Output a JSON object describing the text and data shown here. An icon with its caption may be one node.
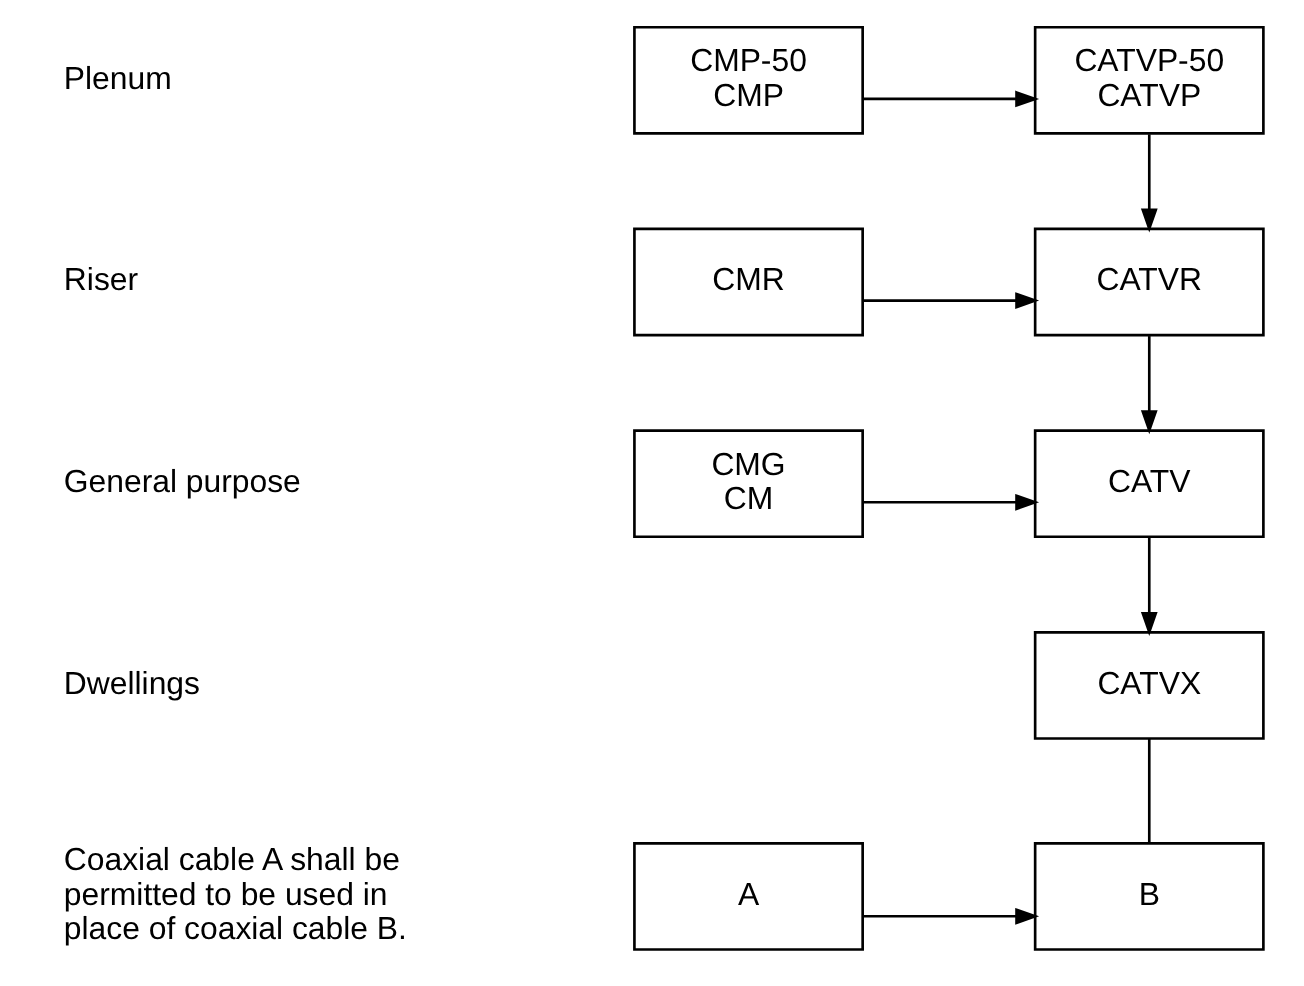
{
  "diagram": {
    "nodes": [
      {
        "text": [
          "CMP-50",
          "CMP"
        ]
      },
      {
        "text": [
          "CATVP-50",
          "CATVP"
        ]
      },
      {
        "text": [
          "CMR"
        ]
      },
      {
        "text": [
          "CATVR"
        ]
      },
      {
        "text": [
          "CMG",
          "CM"
        ]
      },
      {
        "text": [
          "CATV"
        ]
      },
      {
        "text": [
          "CATVX"
        ]
      },
      {
        "text": [
          "A"
        ]
      },
      {
        "text": [
          "B"
        ]
      }
    ],
    "edges": [
      {
        "from": 0,
        "to": 1,
        "arrow": "to"
      },
      {
        "from": 1,
        "to": 3,
        "arrow": "to"
      },
      {
        "from": 2,
        "to": 3,
        "arrow": "to"
      },
      {
        "from": 3,
        "to": 5,
        "arrow": "to"
      },
      {
        "from": 4,
        "to": 5,
        "arrow": "to"
      },
      {
        "from": 5,
        "to": 6,
        "arrow": "to"
      },
      {
        "from": 6,
        "to": 8,
        "arrow": "none"
      },
      {
        "from": 7,
        "to": 8,
        "arrow": "to"
      }
    ],
    "labels": [
      "Plenum",
      "Riser",
      "General purpose",
      "Dwellings",
      "Coaxial cable A shall be permitted to be used in place of coaxial cable B."
    ]
  }
}
